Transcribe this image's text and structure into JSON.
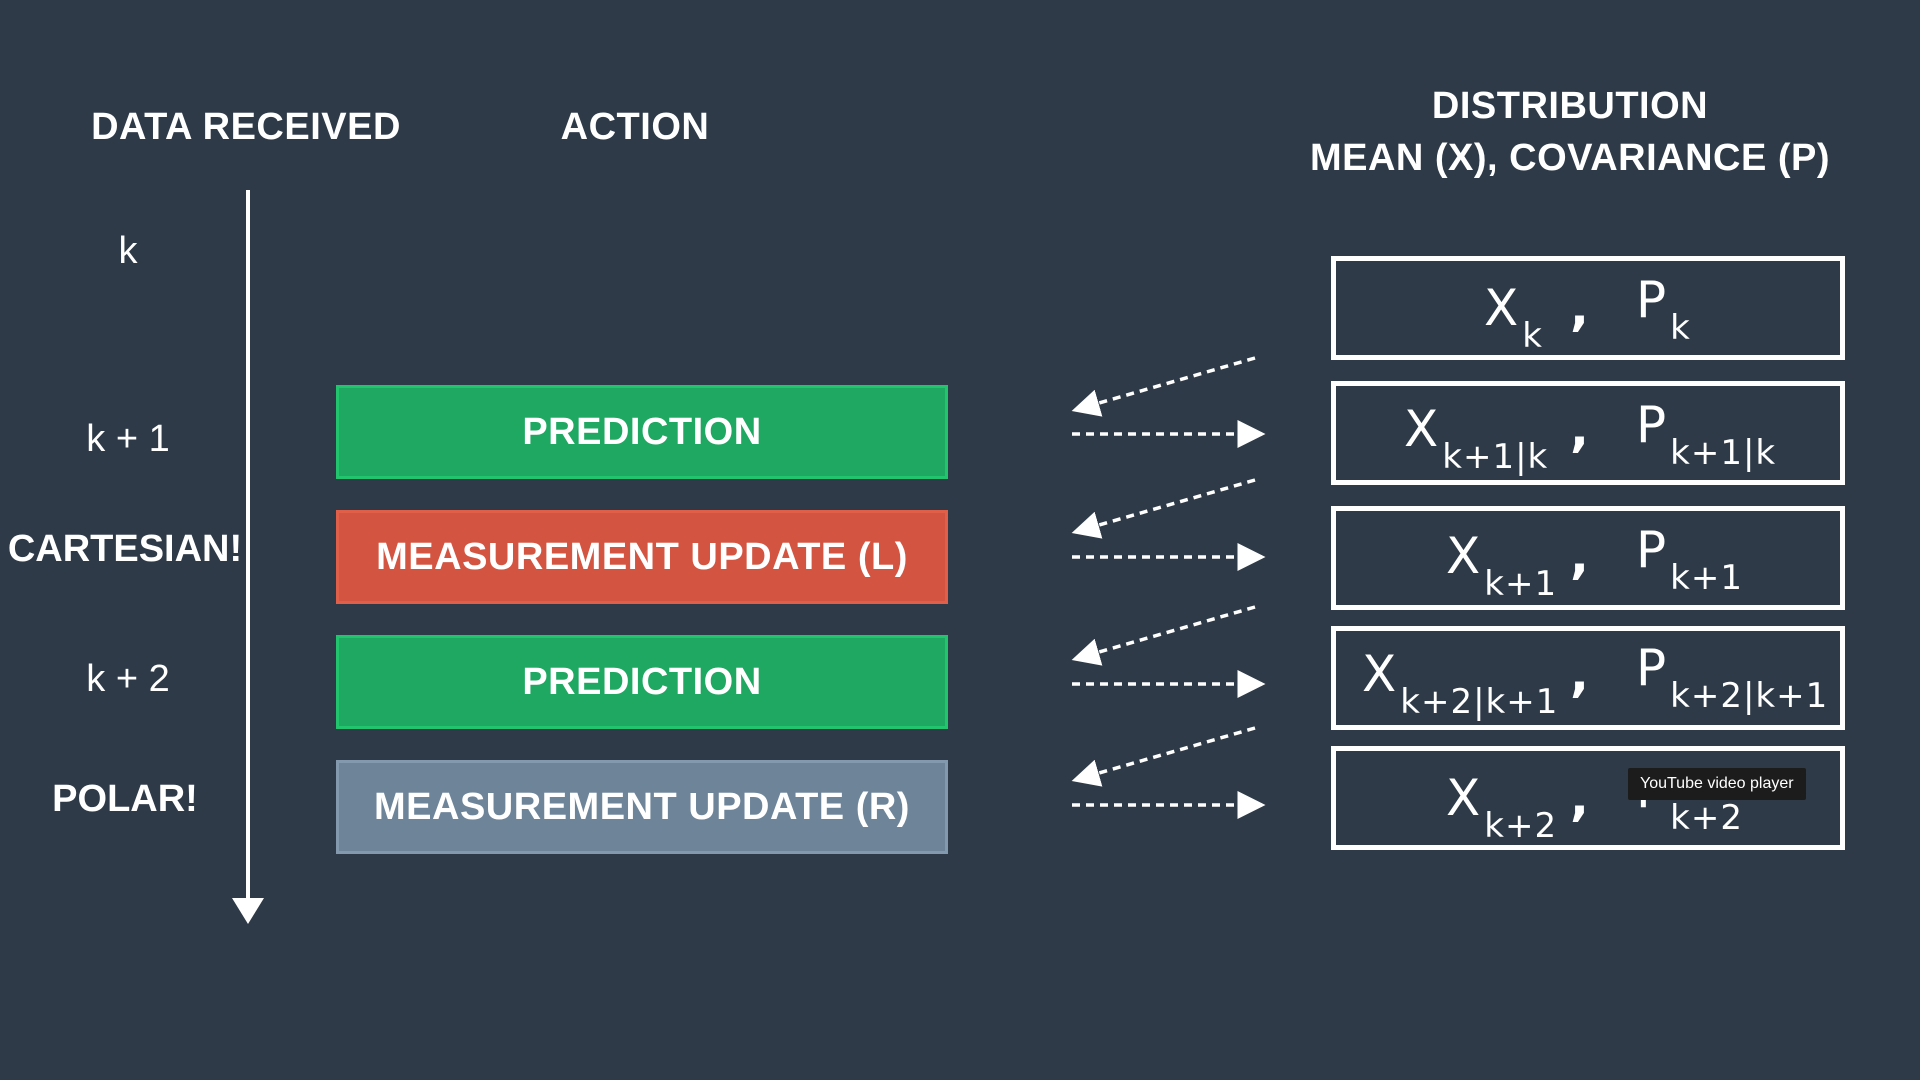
{
  "headers": {
    "data_received": "DATA RECEIVED",
    "action": "ACTION",
    "distribution_line1": "DISTRIBUTION",
    "distribution_line2": "MEAN (X), COVARIANCE (P)"
  },
  "timeline_labels": [
    "k",
    "k + 1",
    "CARTESIAN!",
    "k + 2",
    "POLAR!"
  ],
  "actions": [
    {
      "label": "PREDICTION",
      "color": "#1ea861",
      "border": "#22c46e"
    },
    {
      "label": "MEASUREMENT UPDATE (L)",
      "color": "#d35440",
      "border": "#e05f48"
    },
    {
      "label": "PREDICTION",
      "color": "#1ea861",
      "border": "#22c46e"
    },
    {
      "label": "MEASUREMENT UPDATE (R)",
      "color": "#6d8499",
      "border": "#8399ad"
    }
  ],
  "distributions": [
    {
      "x": "X",
      "x_sub": "k",
      "p": "P",
      "p_sub": "k"
    },
    {
      "x": "X",
      "x_sub": "k+1|k",
      "p": "P",
      "p_sub": "k+1|k"
    },
    {
      "x": "X",
      "x_sub": "k+1",
      "p": "P",
      "p_sub": "k+1"
    },
    {
      "x": "X",
      "x_sub": "k+2|k+1",
      "p": "P",
      "p_sub": "k+2|k+1"
    },
    {
      "x": "X",
      "x_sub": "k+2",
      "p": "P",
      "p_sub": "k+2"
    }
  ],
  "comma": ",",
  "tooltip": "YouTube video player",
  "colors": {
    "background": "#2e3a48",
    "foreground": "#ffffff"
  }
}
